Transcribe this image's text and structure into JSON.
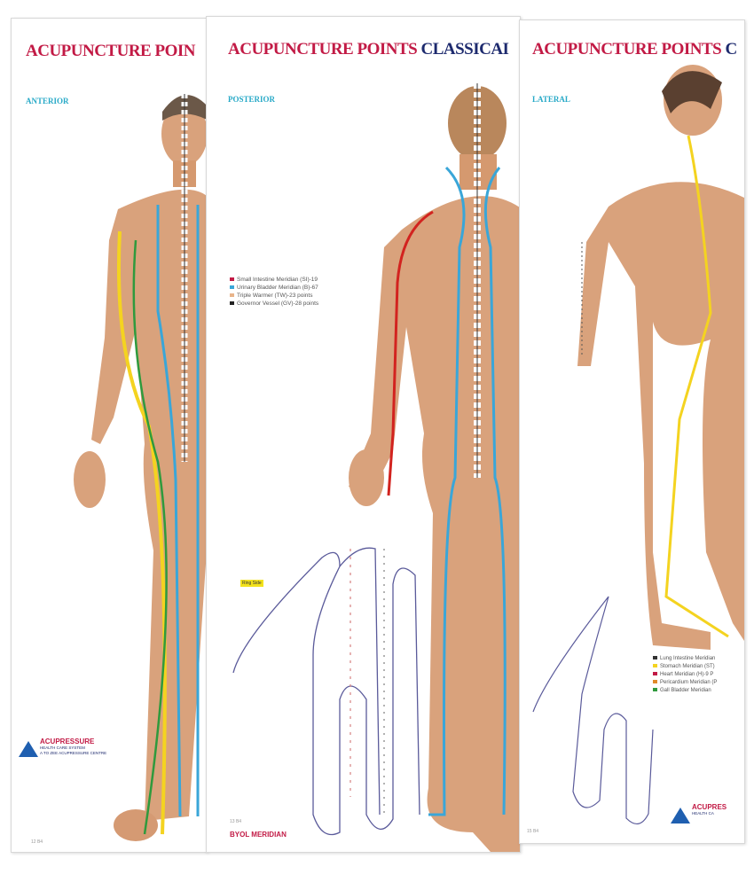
{
  "panels": [
    {
      "title_red": "ACUPUNCTURE POIN",
      "title_blue": "",
      "view": "ANTERIOR",
      "page": "12  B4"
    },
    {
      "title_red": "ACUPUNCTURE POINTS",
      "title_blue": "CLASSICAI",
      "view": "POSTERIOR",
      "page": "13  B4",
      "legend": [
        "Small Intestine Meridian (SI)-19",
        "Urinary Bladder Meridian (B)-67",
        "Triple Warmer (TW)-23 points",
        "Governor Vessel (GV)-28 points"
      ],
      "hand_tag": "Ring Side",
      "footer": "BYOL MERIDIAN"
    },
    {
      "title_red": "ACUPUNCTURE POINTS",
      "title_blue": "C",
      "view": "LATERAL",
      "page": "15  B4",
      "legend": [
        "Lung Intestine Meridian",
        "Stomach Meridian (ST)",
        "Heart Meridian (H)-9 P",
        "Pericardium Meridian (P",
        "Gall Bladder Meridian"
      ]
    }
  ],
  "logo": {
    "name": "ACUPRESSURE",
    "sub1": "HEALTH CARE SYSTEM",
    "sub2": "A TO ZEE ACUPRESSURE CENTRE",
    "short": "ACUPRES",
    "short_sub": "HEALTH CA"
  },
  "colors": {
    "title_red": "#c21a45",
    "title_blue": "#1d2a6e",
    "view_label": "#27a9c7",
    "skin": "#d9a27c",
    "meridian_blue": "#3aa6d8",
    "meridian_yellow": "#f4d320",
    "meridian_green": "#2f9a3d",
    "meridian_red": "#d2231f"
  },
  "legend_colors": {
    "p2": [
      "#c21a45",
      "#3aa6d8",
      "#e8b48a",
      "#222222"
    ],
    "p3": [
      "#333333",
      "#f4d320",
      "#c21a45",
      "#e08a2a",
      "#2f9a3d"
    ]
  }
}
